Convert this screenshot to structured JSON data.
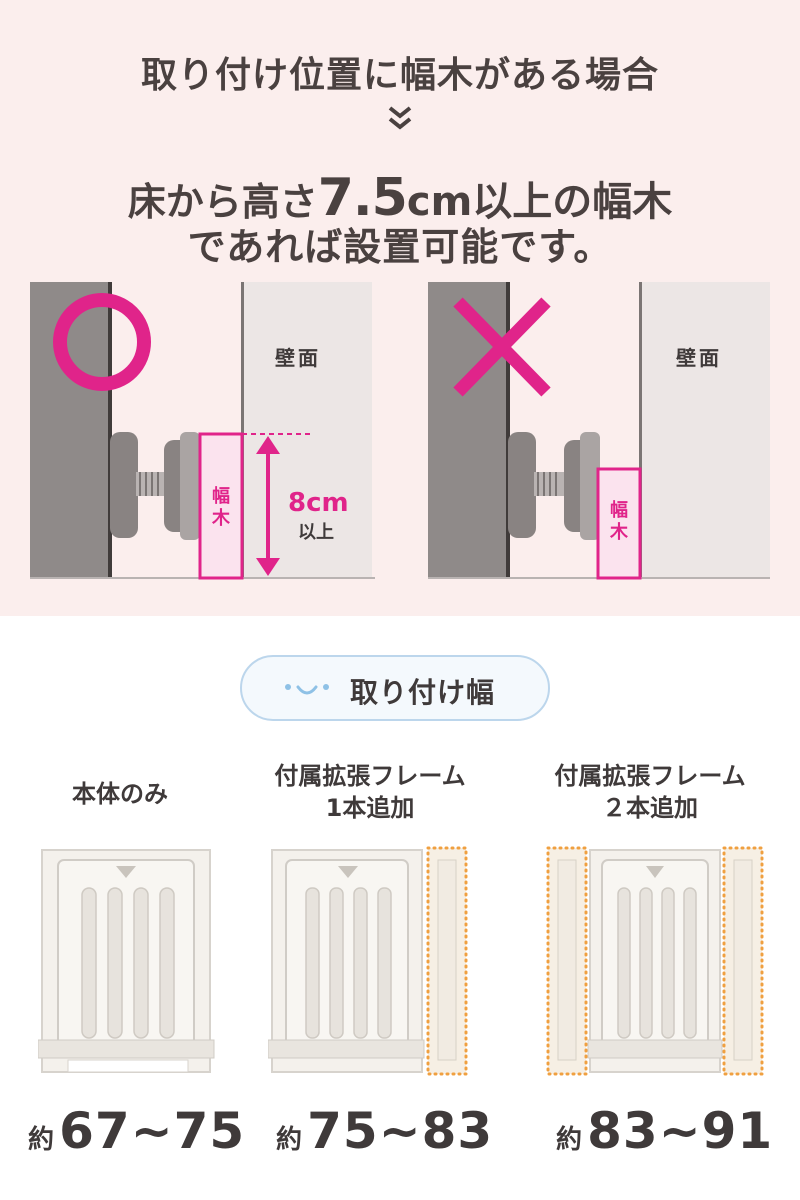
{
  "header": {
    "line1": "取り付け位置に幅木がある場合",
    "line2_prefix": "床から高さ",
    "line2_emphasis_number": "7.5",
    "line2_emphasis_unit": "cm",
    "line2_emphasis_rest": "以上の幅木",
    "line3": "であれば設置可能です。"
  },
  "diagram_ok": {
    "wall_label": "壁面",
    "baseboard_label": "幅木",
    "measure_value": "8cm",
    "measure_suffix": "以上",
    "mark": "circle-icon",
    "mark_color": "#e0248a"
  },
  "diagram_ng": {
    "wall_label": "壁面",
    "baseboard_label": "幅木",
    "mark": "cross-icon",
    "mark_color": "#e0248a"
  },
  "section": {
    "title": "取り付け幅",
    "icon": "smile-face-icon"
  },
  "options": [
    {
      "title_line1": "本体のみ",
      "title_line2": "",
      "prefix": "約",
      "range": "67~75"
    },
    {
      "title_line1": "付属拡張フレーム",
      "title_line2": "1本追加",
      "prefix": "約",
      "range": "75~83"
    },
    {
      "title_line1": "付属拡張フレーム",
      "title_line2": "２本追加",
      "prefix": "約",
      "range": "83~91"
    }
  ],
  "colors": {
    "accent_pink": "#e0248a",
    "underline": "#e8807a",
    "panel_bg": "#fbeeed",
    "highlight_orange": "#f0a040"
  }
}
